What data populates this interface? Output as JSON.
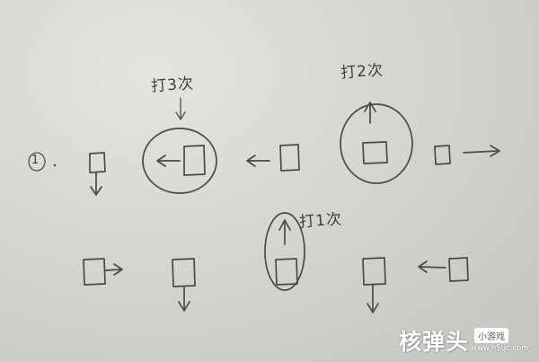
{
  "sketch": {
    "step_number": "1",
    "annotations": {
      "hit_3": "打3次",
      "hit_2": "打2次",
      "hit_1": "打1次"
    }
  },
  "watermark": {
    "brand": "核弹头",
    "subtitle": "小游戏",
    "url": "www.h5uc.com"
  }
}
